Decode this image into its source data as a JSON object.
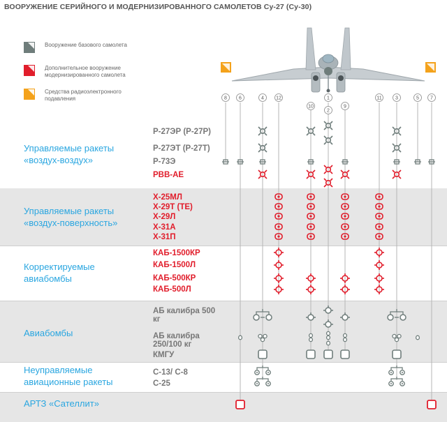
{
  "title": "ВООРУЖЕНИЕ СЕРИЙНОГО И МОДЕРНИЗИРОВАННОГО САМОЛЕТОВ Су-27 (Су-30)",
  "legend": [
    {
      "text": "Вооружение базового самолета",
      "color": "#6f7d7b"
    },
    {
      "text": "Дополнительное вооружение модернизированного самолета",
      "color": "#e11d2b"
    },
    {
      "text": "Средства радиоэлектронного подавления",
      "color": "#f4a21b"
    }
  ],
  "colors": {
    "base": "#6f7d7b",
    "modernized": "#e11d2b",
    "ecm": "#f4a21b",
    "category": "#2aa6e0"
  },
  "pylons": [
    "8",
    "6",
    "4",
    "12",
    "10",
    "1",
    "2",
    "9",
    "11",
    "3",
    "5",
    "7"
  ],
  "categories": [
    {
      "label": "Управляемые ракеты «воздух-воздух»",
      "items": [
        {
          "text": "Р-27ЭР (Р-27Р)",
          "color": "gray"
        },
        {
          "text": "Р-27ЭТ (Р-27Т)",
          "color": "gray"
        },
        {
          "text": "Р-73Э",
          "color": "gray"
        },
        {
          "text": "РВВ-АЕ",
          "color": "red"
        }
      ]
    },
    {
      "label": "Управляемые ракеты «воздух-поверхность»",
      "items": [
        {
          "text": "Х-25МЛ",
          "color": "red"
        },
        {
          "text": "Х-29Т (ТЕ)",
          "color": "red"
        },
        {
          "text": "Х-29Л",
          "color": "red"
        },
        {
          "text": "Х-31А",
          "color": "red"
        },
        {
          "text": "Х-31П",
          "color": "red"
        }
      ]
    },
    {
      "label": "Корректируемые авиабомбы",
      "items": [
        {
          "text": "КАБ-1500КР",
          "color": "red"
        },
        {
          "text": "КАБ-1500Л",
          "color": "red"
        },
        {
          "text": "КАБ-500КР",
          "color": "red"
        },
        {
          "text": "КАБ-500Л",
          "color": "red"
        }
      ]
    },
    {
      "label": "Авиабомбы",
      "items": [
        {
          "text": "АБ калибра 500 кг",
          "color": "gray"
        },
        {
          "text": "АБ калибра 250/100 кг",
          "color": "gray"
        },
        {
          "text": "КМГУ",
          "color": "gray"
        }
      ]
    },
    {
      "label": "Неуправляемые авиационные ракеты",
      "items": [
        {
          "text": "С-13/ С-8",
          "color": "gray"
        },
        {
          "text": "С-25",
          "color": "gray"
        }
      ]
    },
    {
      "label": "АРТЗ «Сателлит»",
      "items": []
    }
  ]
}
